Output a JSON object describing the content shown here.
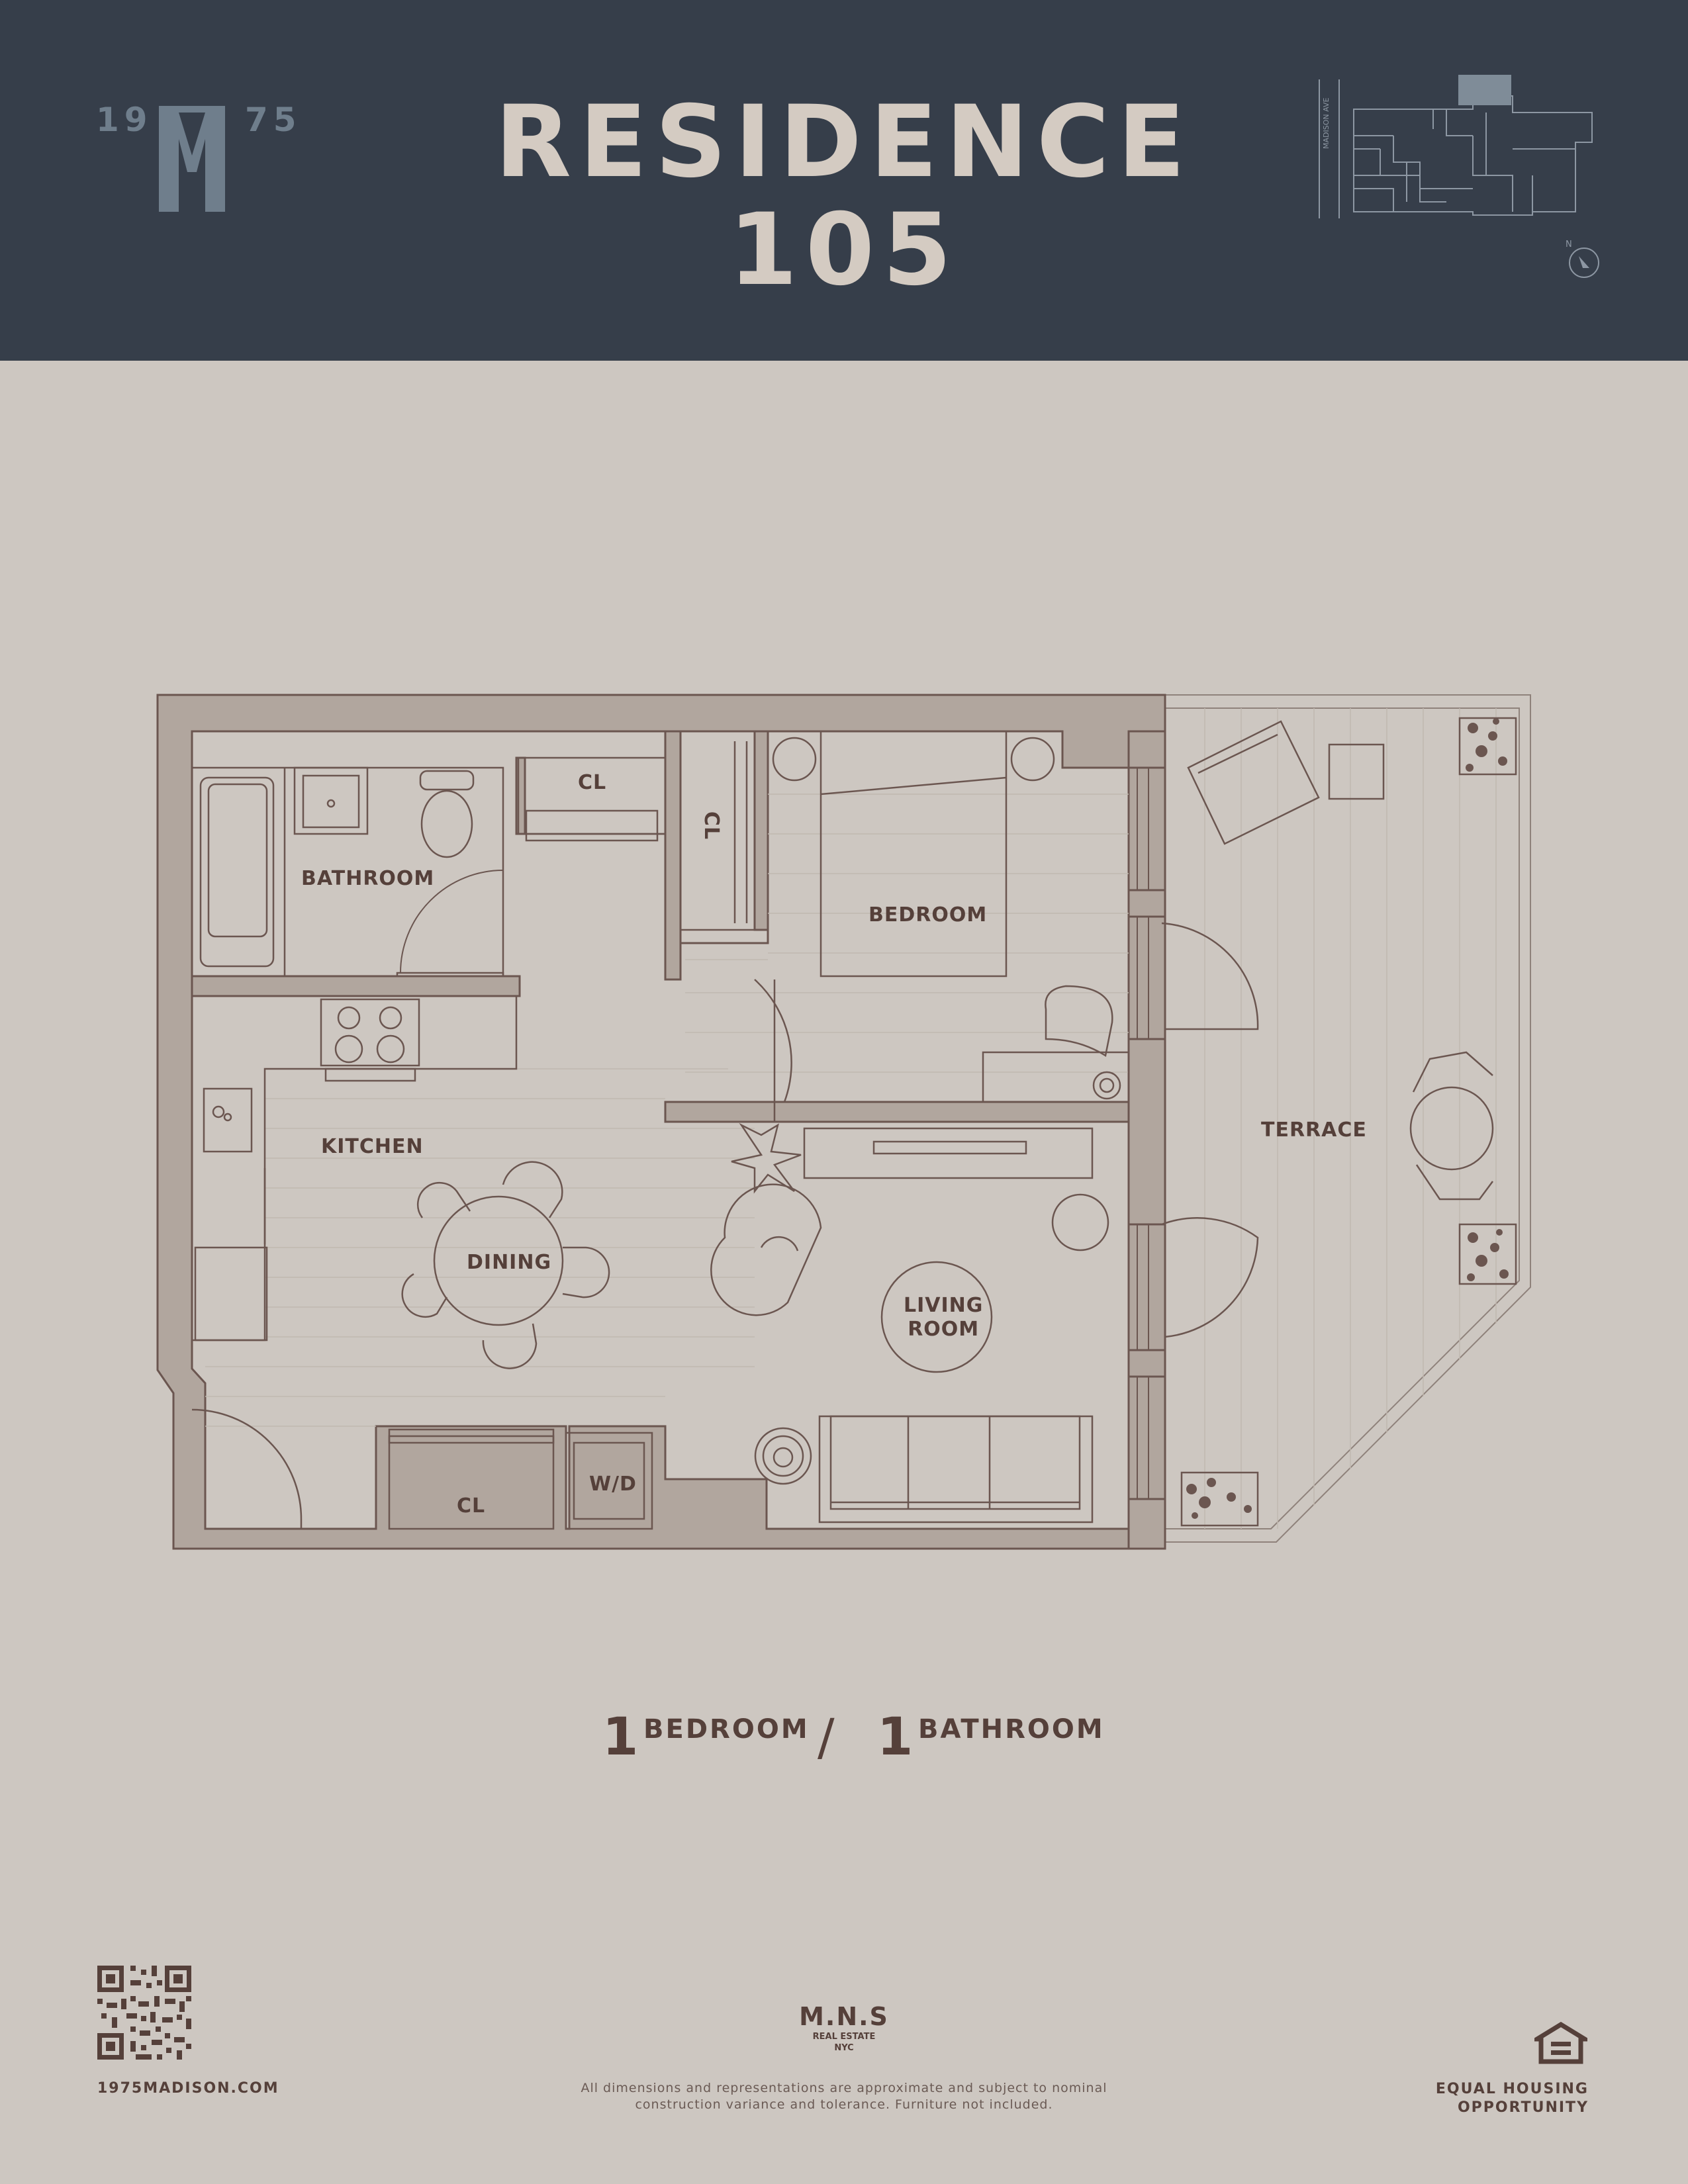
{
  "header": {
    "logo_year_left": "19",
    "logo_year_right": "75",
    "title_line1": "RESIDENCE",
    "title_line2": "105",
    "keyplan_street_label": "MADISON AVE",
    "compass_letter": "N"
  },
  "plan": {
    "rooms": {
      "bathroom": "BATHROOM",
      "closet_top": "CL",
      "closet_bedroom": "CL",
      "bedroom": "BEDROOM",
      "kitchen": "KITCHEN",
      "dining": "DINING",
      "living_room_line1": "LIVING",
      "living_room_line2": "ROOM",
      "terrace": "TERRACE",
      "closet_bottom": "CL",
      "washer_dryer": "W/D"
    }
  },
  "summary": {
    "bedroom_count": "1",
    "bedroom_word": "BEDROOM",
    "separator": "/",
    "bathroom_count": "1",
    "bathroom_word": "BATHROOM"
  },
  "footer": {
    "website": "1975MADISON.COM",
    "brokerage_name": "M.N.S",
    "brokerage_line2": "REAL ESTATE",
    "brokerage_line3": "NYC",
    "disclaimer_line1": "All dimensions and representations are approximate and subject to nominal",
    "disclaimer_line2": "construction variance and tolerance. Furniture not included.",
    "eho_line1": "EQUAL HOUSING",
    "eho_line2": "OPPORTUNITY"
  },
  "colors": {
    "header_bg": "#363e4a",
    "page_bg": "#cdc7c1",
    "wall_fill": "#b1a69e",
    "text_brown": "#55403a",
    "title_color": "#d4cbc2",
    "logo_blue": "#6f7e8c"
  },
  "icons": {
    "logo": "m-monogram-logo",
    "keyplan": "building-keyplan-icon",
    "compass": "north-arrow-icon",
    "qr": "qr-code-icon",
    "eho": "equal-housing-icon"
  }
}
